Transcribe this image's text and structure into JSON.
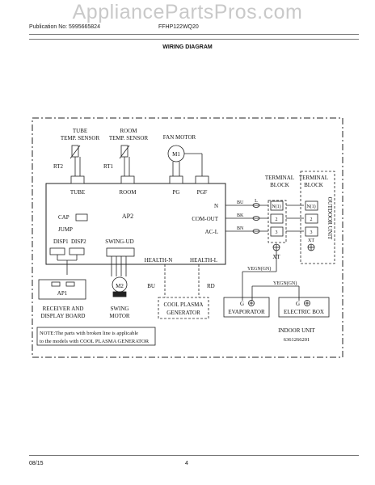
{
  "watermark": "AppliancePartsPros.com",
  "header": {
    "publication": "Publication No: 5995665824",
    "model": "FFHP122WQ20",
    "title": "WIRING DIAGRAM"
  },
  "diagram": {
    "tube_sensor": [
      "TUBE",
      "TEMP. SENSOR"
    ],
    "room_sensor": [
      "ROOM",
      "TEMP. SENSOR"
    ],
    "fan_motor": "FAN MOTOR",
    "motor_label": "M1",
    "rt2": "RT2",
    "rt1": "RT1",
    "tube": "TUBE",
    "room": "ROOM",
    "pg": "PG",
    "pgf": "PGF",
    "board": "AP2",
    "cap": "CAP",
    "jump": "JUMP",
    "disp1": "DISP1",
    "disp2": "DISP2",
    "swing_ud": "SWING-UD",
    "n": "N",
    "com_out": "COM-OUT",
    "ac_l": "AC-L",
    "health_n": "HEALTH-N",
    "health_l": "HEALTH-L",
    "bu": "BU",
    "bk": "BK",
    "bn": "BN",
    "l": "L",
    "tb_left": [
      "TERMINAL",
      "BLOCK"
    ],
    "tb_right": [
      "TERMINAL",
      "BLOCK"
    ],
    "t_n1": "N(1)",
    "t_2": "2",
    "t_3": "3",
    "xt": "XT",
    "outdoor_unit": "OUTDOOR UNIT",
    "ap1": "AP1",
    "receiver": [
      "RECEIVER AND",
      "DISPLAY BOARD"
    ],
    "m2": "M2",
    "swing_motor": [
      "SWING",
      "MOTOR"
    ],
    "rd": "RD",
    "bu2": "BU",
    "plasma": [
      "COOL PLASMA",
      "GENERATOR"
    ],
    "yegn1": "YEGN(GN)",
    "yegn2": "YEGN(GN)",
    "g": "G",
    "evaporator": "EVAPORATOR",
    "electric_box": "ELECTRIC BOX",
    "note": [
      "NOTE:The parts with broken line is applicable",
      "to the models with COOL PLASMA  GENERATOR"
    ],
    "indoor_unit": "INDOOR UNIT",
    "indoor_code": "6361266201"
  },
  "footer": {
    "date": "08/15",
    "page": "4"
  }
}
